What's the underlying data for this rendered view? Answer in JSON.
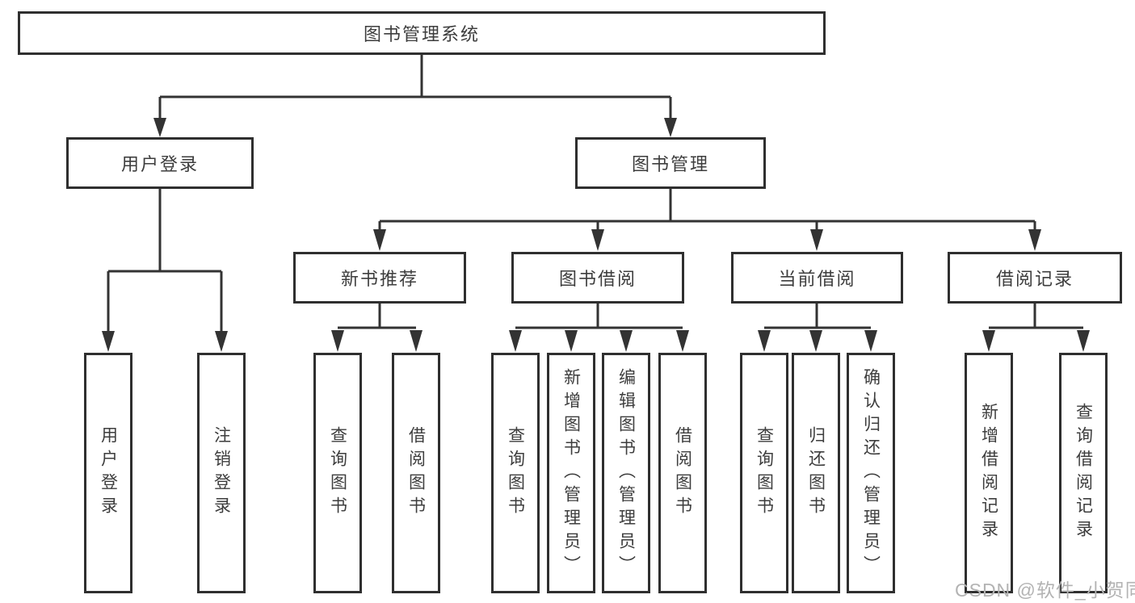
{
  "tree": {
    "root": "图书管理系统",
    "branches": [
      {
        "label": "用户登录",
        "children": [
          "用户登录",
          "注销登录"
        ]
      },
      {
        "label": "图书管理",
        "sections": [
          {
            "label": "新书推荐",
            "children": [
              "查询图书",
              "借阅图书"
            ]
          },
          {
            "label": "图书借阅",
            "children": [
              "查询图书",
              "新增图书（管理员）",
              "编辑图书（管理员）",
              "借阅图书"
            ]
          },
          {
            "label": "当前借阅",
            "children": [
              "查询图书",
              "归还图书",
              "确认归还（管理员）"
            ]
          },
          {
            "label": "借阅记录",
            "children": [
              "新增借阅记录",
              "查询借阅记录"
            ]
          }
        ]
      }
    ]
  },
  "watermark": "CSDN @软件_小贺同学",
  "colors": {
    "line": "#333333",
    "box_border": "#2f2f2f",
    "text": "#3d3d3d",
    "background": "#ffffff",
    "watermark": "#b3b3b3"
  }
}
